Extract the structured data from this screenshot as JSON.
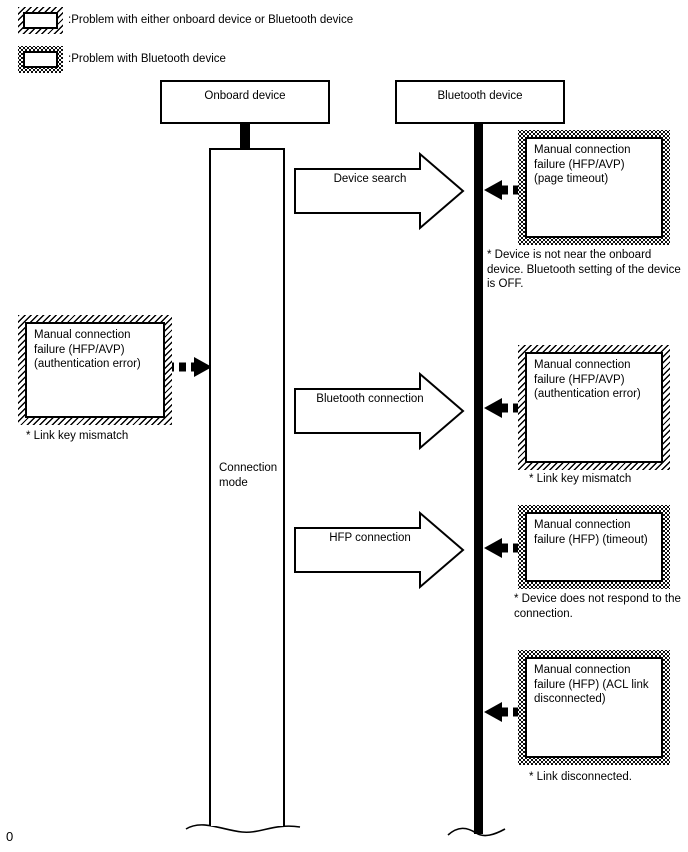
{
  "colors": {
    "ink": "#000000",
    "background": "#ffffff"
  },
  "page": {
    "page_number": "0"
  },
  "legend": {
    "items": [
      {
        "pattern": "diagonal-hatch",
        "label": ":Problem with either onboard device or Bluetooth device"
      },
      {
        "pattern": "dot-hatch",
        "label": ":Problem with Bluetooth device"
      }
    ]
  },
  "lanes": {
    "onboard": {
      "title": "Onboard device",
      "mode_label": "Connection mode"
    },
    "bluetooth": {
      "title": "Bluetooth device"
    }
  },
  "arrows": [
    {
      "label": "Device search"
    },
    {
      "label": "Bluetooth connection"
    },
    {
      "label": "HFP connection"
    }
  ],
  "failures": {
    "left_auth": {
      "pattern": "diagonal-hatch",
      "text": "Manual connection failure (HFP/AVP) (authentication error)",
      "note": "* Link key mismatch"
    },
    "page_timeout": {
      "pattern": "dot-hatch",
      "text": "Manual connection failure (HFP/AVP) (page timeout)",
      "note": "* Device is not near the onboard device. Bluetooth setting of the device is OFF."
    },
    "right_auth": {
      "pattern": "diagonal-hatch",
      "text": "Manual connection failure (HFP/AVP) (authentication error)",
      "note": "* Link key mismatch"
    },
    "hfp_timeout": {
      "pattern": "dot-hatch",
      "text": "Manual connection failure (HFP) (timeout)",
      "note": "* Device does not respond to the connection."
    },
    "acl_disconnected": {
      "pattern": "dot-hatch",
      "text": "Manual connection failure (HFP) (ACL link disconnected)",
      "note": "* Link disconnected."
    }
  }
}
